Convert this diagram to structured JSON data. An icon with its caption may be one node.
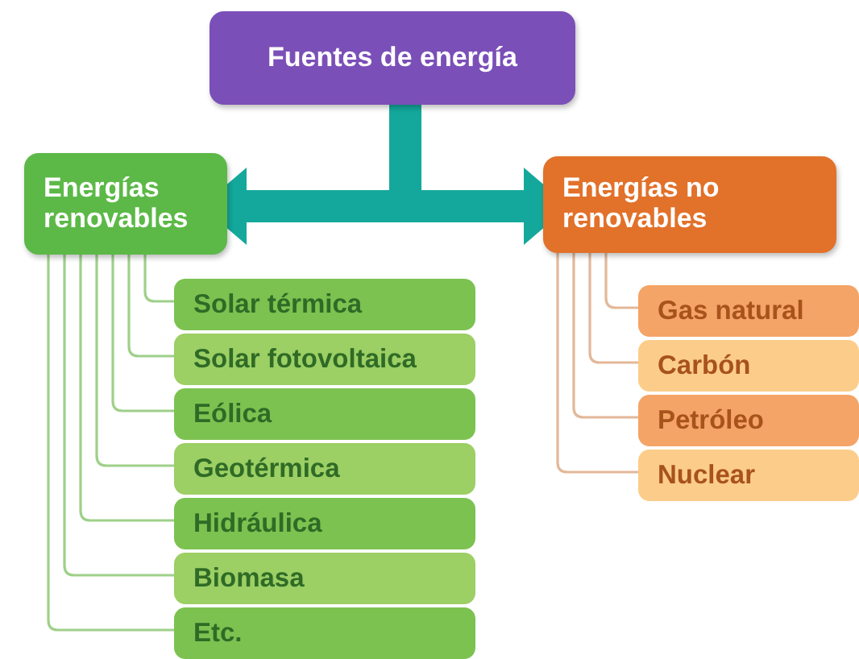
{
  "diagram": {
    "nodes": [
      {
        "text": [
          "Fuentes de energía"
        ]
      },
      {
        "text": [
          "Energías renovables"
        ]
      },
      {
        "text": [
          "Energías no renovables"
        ]
      },
      {
        "text": [
          "Solar térmica"
        ]
      },
      {
        "text": [
          "Solar fotovoltaica"
        ]
      },
      {
        "text": [
          "Eólica"
        ]
      },
      {
        "text": [
          "Geotérmica"
        ]
      },
      {
        "text": [
          "Hidráulica"
        ]
      },
      {
        "text": [
          "Biomasa"
        ]
      },
      {
        "text": [
          "Etc."
        ]
      },
      {
        "text": [
          "Gas natural"
        ]
      },
      {
        "text": [
          "Carbón"
        ]
      },
      {
        "text": [
          "Petróleo"
        ]
      },
      {
        "text": [
          "Nuclear"
        ]
      }
    ],
    "edges": [
      {
        "from": 0,
        "to": 1,
        "arrow": "to",
        "style": "thick",
        "color": "#14a89c"
      },
      {
        "from": 0,
        "to": 2,
        "arrow": "to",
        "style": "thick",
        "color": "#14a89c"
      },
      {
        "from": 1,
        "to": 3,
        "arrow": "none",
        "color": "#9fd08a"
      },
      {
        "from": 1,
        "to": 4,
        "arrow": "none",
        "color": "#9fd08a"
      },
      {
        "from": 1,
        "to": 5,
        "arrow": "none",
        "color": "#9fd08a"
      },
      {
        "from": 1,
        "to": 6,
        "arrow": "none",
        "color": "#9fd08a"
      },
      {
        "from": 1,
        "to": 7,
        "arrow": "none",
        "color": "#9fd08a"
      },
      {
        "from": 1,
        "to": 8,
        "arrow": "none",
        "color": "#9fd08a"
      },
      {
        "from": 1,
        "to": 9,
        "arrow": "none",
        "color": "#9fd08a"
      },
      {
        "from": 2,
        "to": 10,
        "arrow": "none",
        "color": "#e3b898"
      },
      {
        "from": 2,
        "to": 11,
        "arrow": "none",
        "color": "#e3b898"
      },
      {
        "from": 2,
        "to": 12,
        "arrow": "none",
        "color": "#e3b898"
      },
      {
        "from": 2,
        "to": 13,
        "arrow": "none",
        "color": "#e3b898"
      }
    ]
  }
}
